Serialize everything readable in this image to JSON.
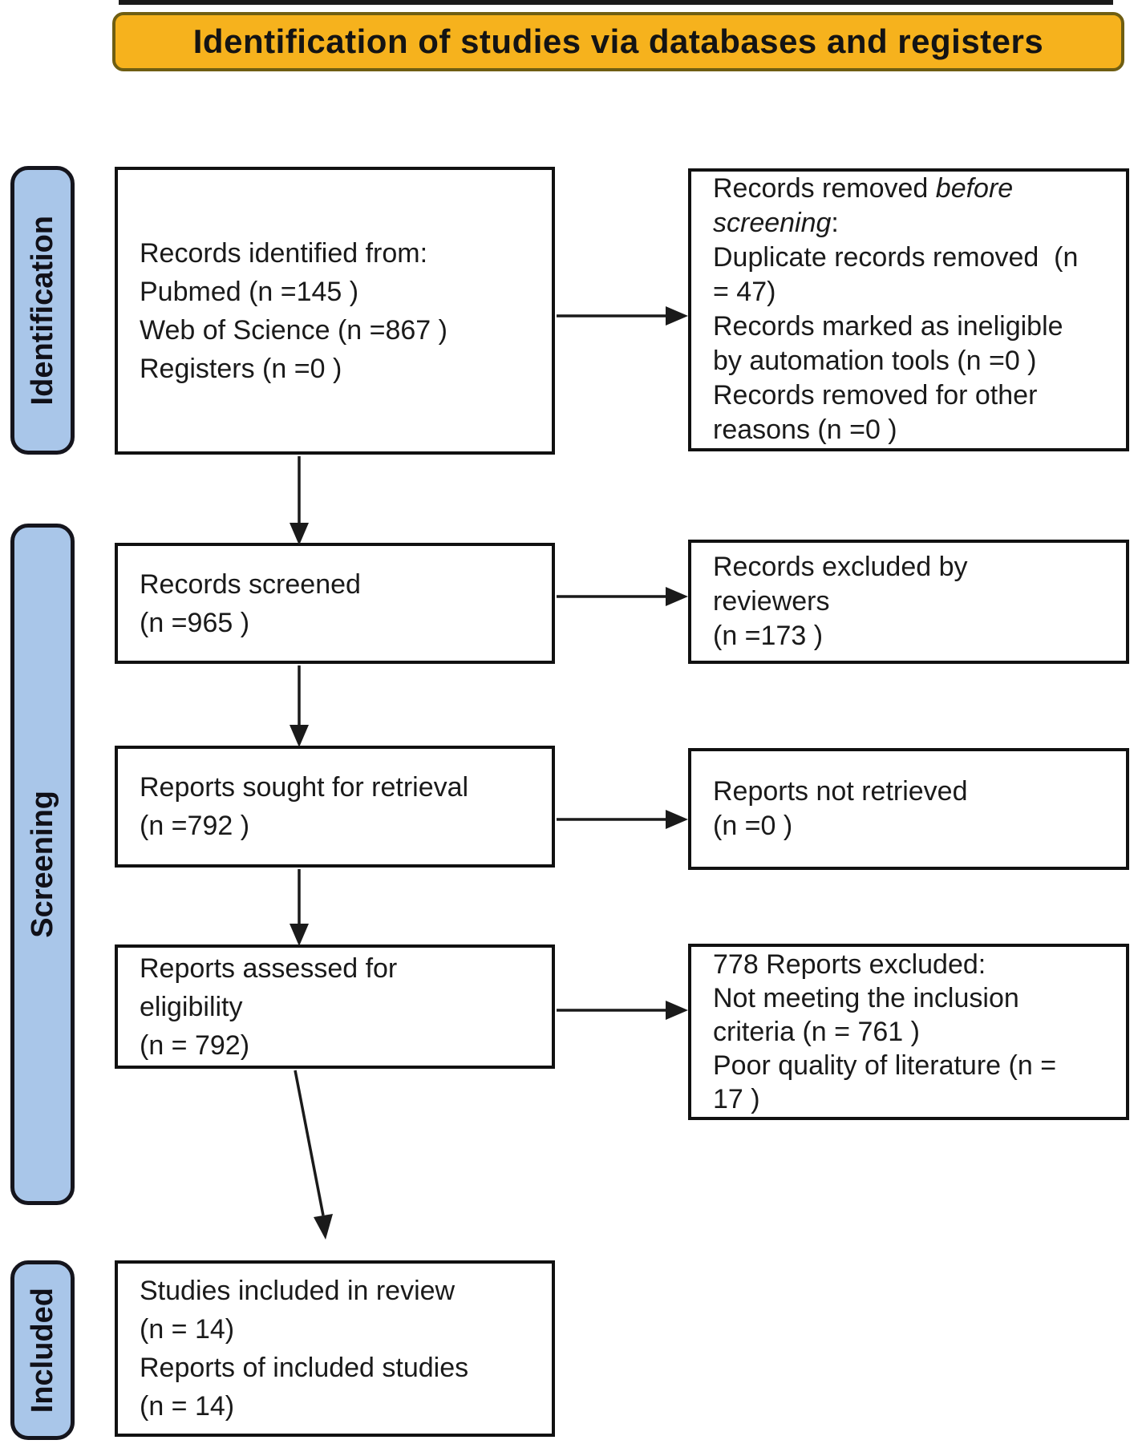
{
  "banner": {
    "title": "Identification of studies via databases and registers"
  },
  "stages": {
    "identification": "Identification",
    "screening": "Screening",
    "included": "Included"
  },
  "flow": {
    "records_identified": {
      "lines": [
        "Records identified from:",
        "Pubmed (n =145 )",
        "Web of Science (n =867 )",
        "Registers (n =0 )"
      ]
    },
    "records_removed": {
      "lines": [
        [
          {
            "text": "Records removed "
          },
          {
            "text": "before",
            "italic": true
          }
        ],
        [
          {
            "text": "screening",
            "italic": true
          },
          {
            "text": ":"
          }
        ],
        "Duplicate records removed  (n",
        "= 47)",
        "Records marked as ineligible",
        "by automation tools (n =0 )",
        "Records removed for other",
        "reasons (n =0 )"
      ]
    },
    "records_screened": {
      "lines": [
        "Records screened",
        "(n =965 )"
      ]
    },
    "records_excluded": {
      "lines": [
        "Records excluded by",
        "reviewers",
        "(n =173 )"
      ]
    },
    "reports_sought": {
      "lines": [
        "Reports sought for retrieval",
        "(n =792 )"
      ]
    },
    "reports_not_retrieved": {
      "lines": [
        "Reports not retrieved",
        "(n =0 )"
      ]
    },
    "reports_assessed": {
      "lines": [
        "Reports assessed for",
        "eligibility",
        "(n = 792)"
      ]
    },
    "reports_excluded": {
      "lines": [
        "778 Reports excluded:",
        "Not meeting the inclusion",
        "criteria (n = 761 )",
        "Poor quality of literature (n =",
        "17 )"
      ]
    },
    "studies_included": {
      "lines": [
        "Studies included in review",
        "(n = 14)",
        "Reports of included studies",
        "(n = 14)"
      ]
    }
  },
  "colors": {
    "banner_fill": "#F6B21D",
    "banner_border": "#6F5E12",
    "stage_fill": "#A9C6E9",
    "stage_border": "#15151D",
    "box_border": "#111111",
    "arrow": "#1A1A1A",
    "text": "#1A1A1A"
  }
}
